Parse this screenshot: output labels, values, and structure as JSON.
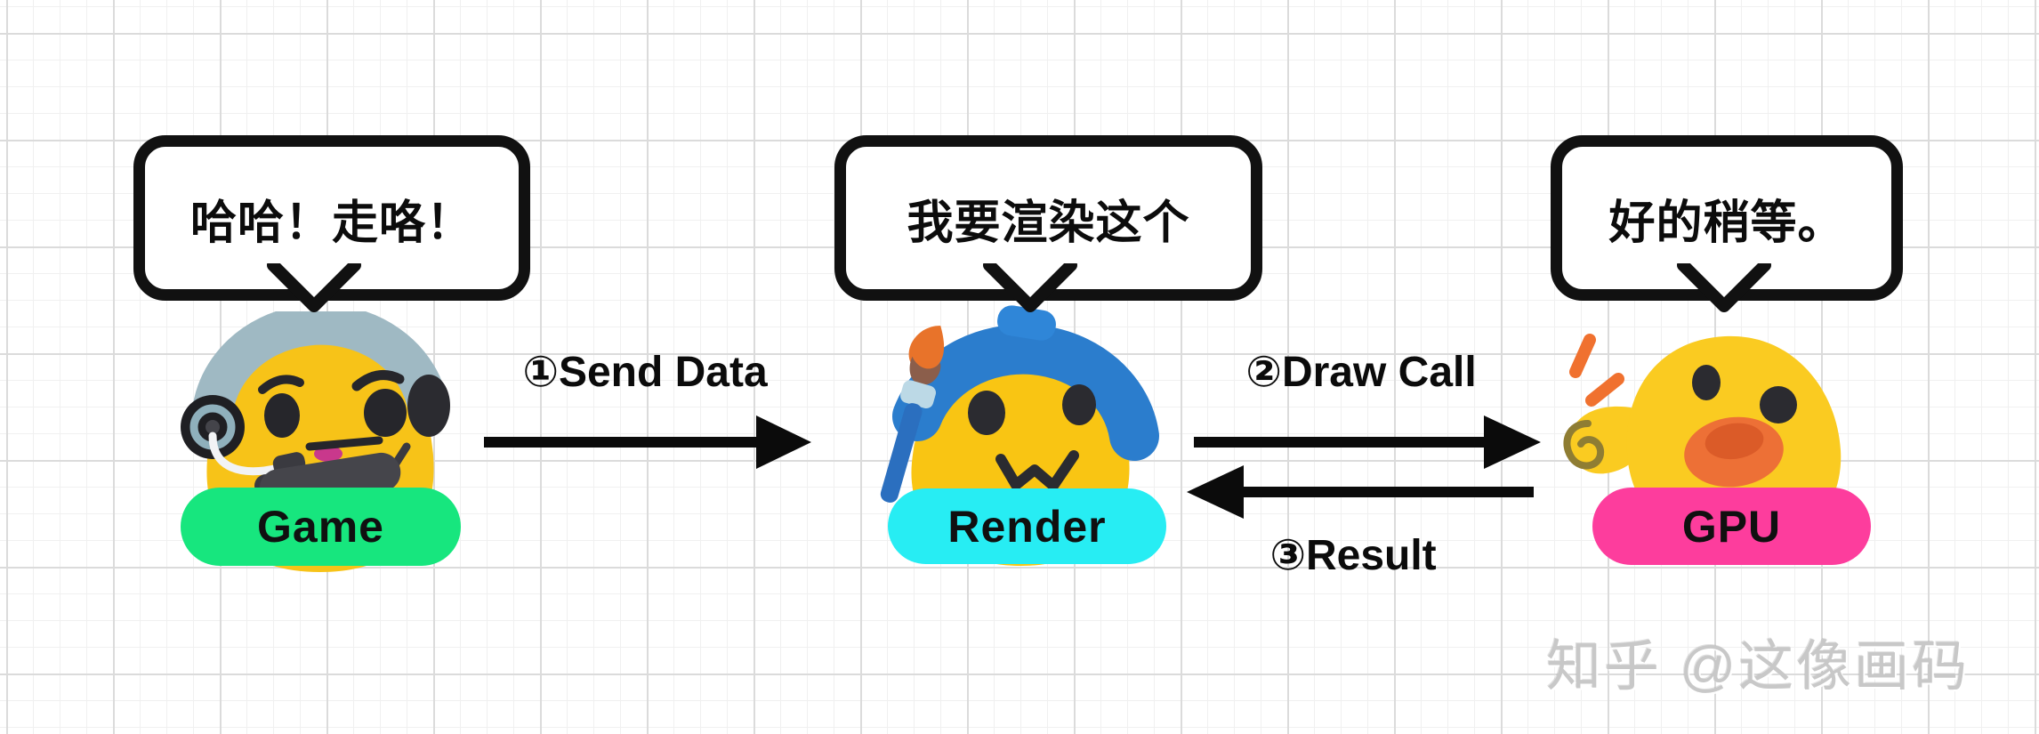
{
  "bubbles": [
    {
      "speaker": "Game",
      "text": "哈哈！走咯！"
    },
    {
      "speaker": "Render",
      "text": "我要渲染这个"
    },
    {
      "speaker": "GPU",
      "text": "好的稍等。"
    }
  ],
  "characters": [
    {
      "name": "Game",
      "label": "Game",
      "label_color": "#17E67E",
      "icon": "gamer-emoji-with-headset-and-controller"
    },
    {
      "name": "Render",
      "label": "Render",
      "label_color": "#27EDF3",
      "icon": "painter-emoji-with-beret-and-paintbrush"
    },
    {
      "name": "GPU",
      "label": "GPU",
      "label_color": "#FD3D9D",
      "icon": "excited-emoji-with-raised-curled-arm"
    }
  ],
  "arrows": [
    {
      "step": "①",
      "label": "Send Data",
      "text": "①Send Data",
      "direction": "right"
    },
    {
      "step": "②",
      "label": "Draw Call",
      "text": "②Draw Call",
      "direction": "right"
    },
    {
      "step": "③",
      "label": "Result",
      "text": "③Result",
      "direction": "left"
    }
  ],
  "watermark": {
    "text": "知乎 @这像画码",
    "color": "#C8C8C8"
  },
  "colors": {
    "body_yellow": "#F8C51B",
    "arrow_black": "#0B0B0B",
    "bubble_border": "#111111",
    "grid_minor": "#F0F0F0",
    "grid_major": "#DBDBDB",
    "background": "#FFFFFF"
  }
}
